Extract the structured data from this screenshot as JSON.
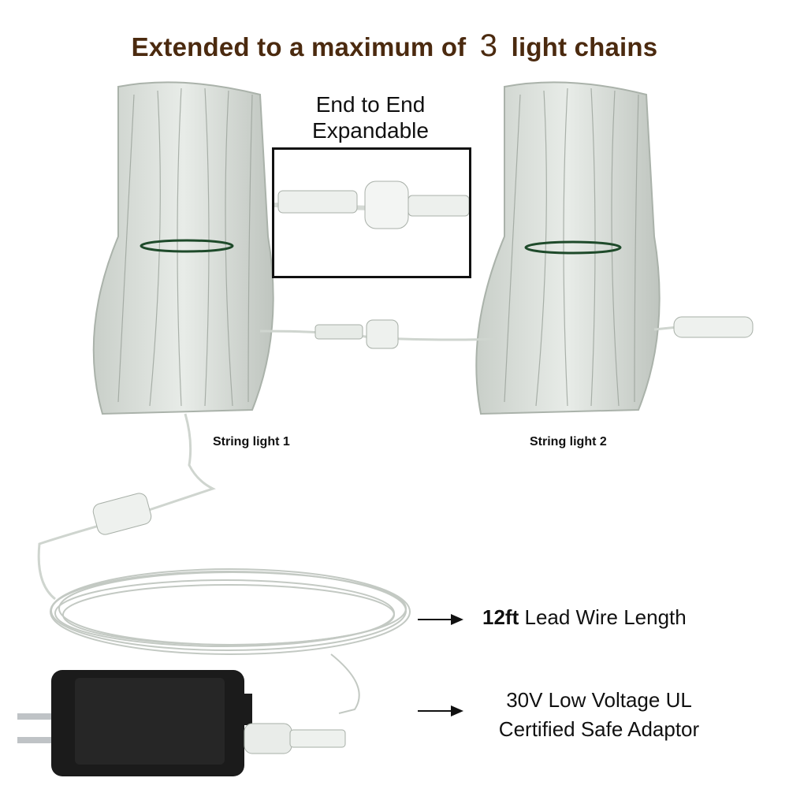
{
  "title": {
    "prefix": "Extended to a maximum of",
    "number": "3",
    "suffix": "light chains",
    "color": "#4b2a0f"
  },
  "inset": {
    "line1": "End to End",
    "line2": "Expandable"
  },
  "labels": {
    "string1": "String light 1",
    "string2": "String light 2"
  },
  "callouts": {
    "lead_wire": {
      "bold": "12ft",
      "text": "Lead Wire Length"
    },
    "adaptor": {
      "line1": "30V Low Voltage UL",
      "line2": "Certified Safe Adaptor"
    }
  },
  "icons": {
    "arrow": "arrow-right-icon"
  }
}
